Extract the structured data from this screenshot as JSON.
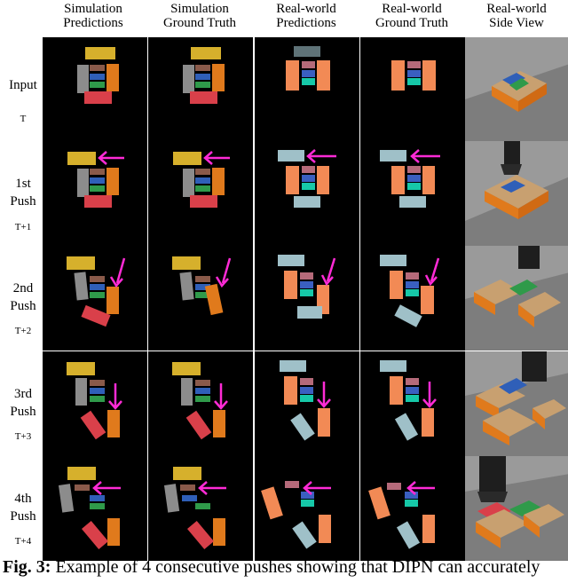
{
  "figure": {
    "column_headers": [
      {
        "line1": "Simulation",
        "line2": "Predictions"
      },
      {
        "line1": "Simulation",
        "line2": "Ground Truth"
      },
      {
        "line1": "Real-world",
        "line2": "Predictions"
      },
      {
        "line1": "Real-world",
        "line2": "Ground Truth"
      },
      {
        "line1": "Real-world",
        "line2": "Side View"
      }
    ],
    "rows": [
      {
        "line1": "Input",
        "line2": "",
        "time": "T"
      },
      {
        "line1": "1st",
        "line2": "Push",
        "time": "T+1"
      },
      {
        "line1": "2nd",
        "line2": "Push",
        "time": "T+2"
      },
      {
        "line1": "3rd",
        "line2": "Push",
        "time": "T+3"
      },
      {
        "line1": "4th",
        "line2": "Push",
        "time": "T+4"
      }
    ],
    "colors": {
      "panel_background": "#000000",
      "arrow": "#ff2bd6",
      "yellow_block": "#d6b02c",
      "gray_block": "#8c8c8c",
      "brown_block": "#8a5a4a",
      "blue_block": "#2f5fb8",
      "green_block": "#2f9a4a",
      "orange_block": "#e07a1c",
      "red_block": "#d9404a",
      "lightblue_block": "#9fc0c8",
      "teal_block": "#16c8a8"
    }
  },
  "caption": {
    "label": "Fig. 3:",
    "text": " Example of 4 consecutive pushes showing that DIPN can accurately"
  }
}
